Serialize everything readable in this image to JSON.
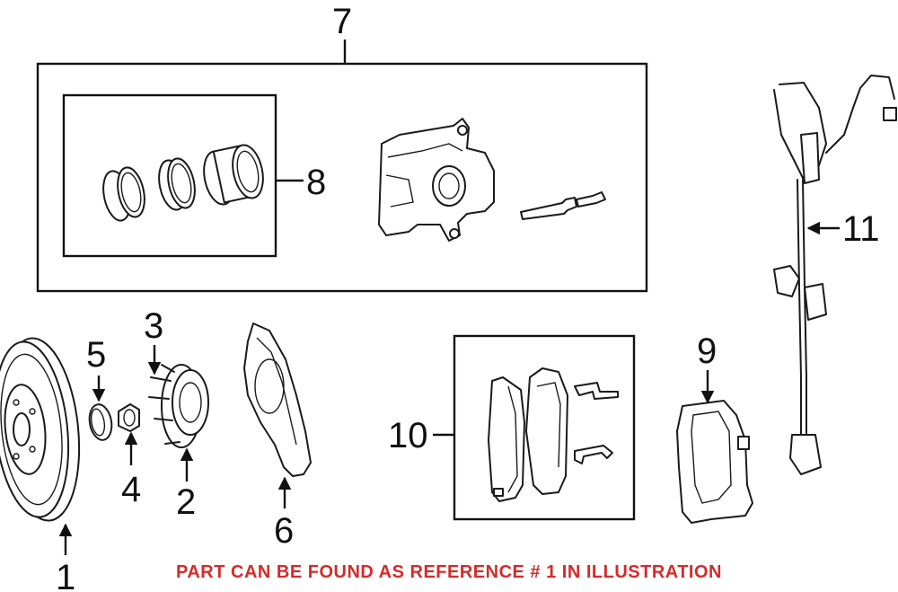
{
  "callouts": {
    "c1": "1",
    "c2": "2",
    "c3": "3",
    "c4": "4",
    "c5": "5",
    "c6": "6",
    "c7": "7",
    "c8": "8",
    "c9": "9",
    "c10": "10",
    "c11": "11"
  },
  "note": {
    "text": "PART CAN BE FOUND AS REFERENCE # 1 IN ILLUSTRATION",
    "color": "#d62a2a"
  },
  "colors": {
    "line": "#1a1a1a",
    "background": "#ffffff"
  }
}
